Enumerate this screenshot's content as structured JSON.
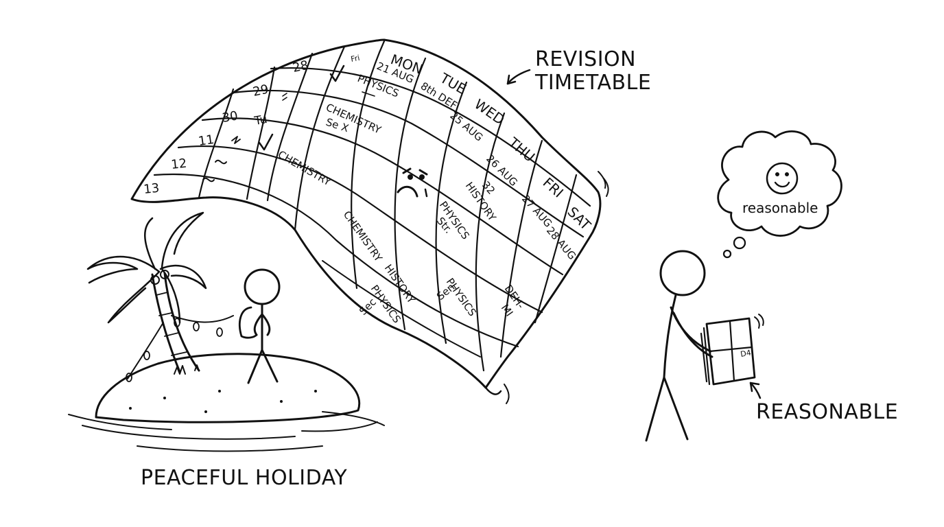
{
  "captions": {
    "revision_line1": "REVISION",
    "revision_line2": "TIMETABLE",
    "peaceful_holiday": "PEACEFUL HOLIDAY",
    "reasonable_caption": "REASONABLE",
    "thought_text": "reasonable"
  },
  "timetable": {
    "day_headers": [
      "MON",
      "TUE",
      "WED",
      "THU",
      "FRI",
      "SAT"
    ],
    "date_headers": [
      "21 AUG",
      "25 AUG",
      "26 AUG",
      "27 AUG",
      "28 AUG"
    ],
    "left_dates": [
      "28",
      "29",
      "30",
      "11",
      "12",
      "13"
    ],
    "left_days": [
      "Fri",
      "Tu"
    ],
    "entries": {
      "physics_top": "PHYSICS",
      "chemistry_1": "CHEMISTRY",
      "chemistry_1_note": "Se X",
      "chemistry_2": "CHEMISTRY",
      "chemistry_3": "CHEMISTRY",
      "history_1": "HISTORY",
      "history_2": "HISTORY",
      "physics_mid": "PHYSICS",
      "physics_mid_note": "Str.",
      "physics_low": "PHYSICS",
      "physics_low_note": "Sec",
      "physics_sen": "PHYSICS",
      "physics_sen_note": "Sen",
      "small_note": "8th DEF",
      "num_32": "32",
      "deh": "DEH-",
      "mi": "MI"
    }
  },
  "held_sheet_note": "D4"
}
